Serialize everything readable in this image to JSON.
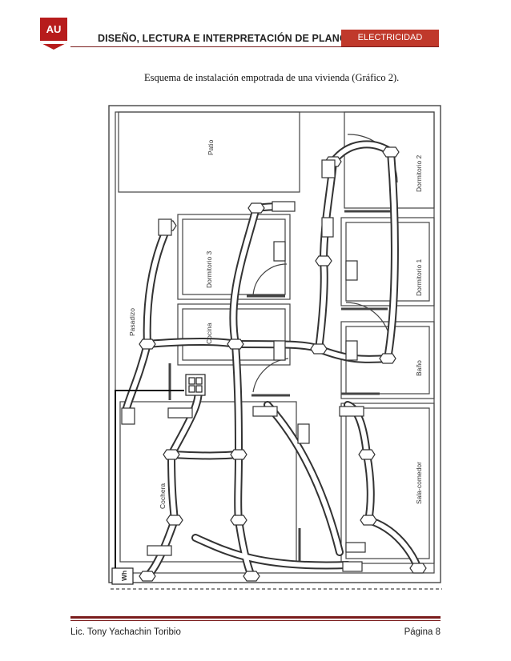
{
  "header": {
    "logo_text": "AU",
    "title": "DISEÑO, LECTURA E INTERPRETACIÓN DE PLANOS",
    "tag": "ELECTRICIDAD"
  },
  "caption": "Esquema  de instalación   empotrada  de una  vivienda   (Gráfico  2).",
  "plan": {
    "rooms": {
      "patio": "Patio",
      "dormitorio2": "Dormitorio 2",
      "dormitorio3": "Dormitorio 3",
      "dormitorio1": "Dormitorio 1",
      "cocina": "Cocina",
      "pasadizo": "Pasadizo",
      "bano": "Baño",
      "cochera": "Cochera",
      "sala": "Sala-comedor"
    },
    "meter": "Wh"
  },
  "footer": {
    "author": "Lic. Tony  Yachachin Toribio",
    "page": "Página 8"
  }
}
